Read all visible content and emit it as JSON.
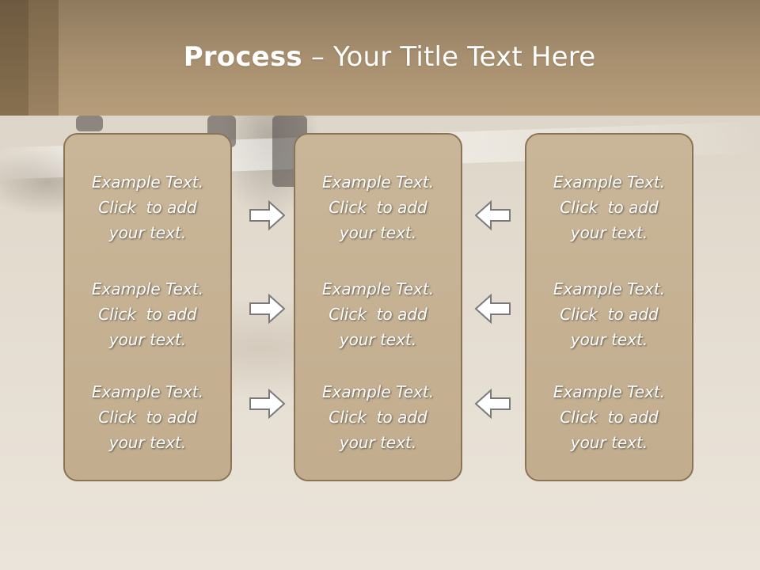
{
  "slide": {
    "title_bold": "Process",
    "title_rest": " – Your Title Text Here"
  },
  "columns": [
    {
      "items": [
        {
          "line1": "Example Text.",
          "line2": "Click  to add",
          "line3": "your text."
        },
        {
          "line1": "Example Text.",
          "line2": "Click  to add",
          "line3": "your text."
        },
        {
          "line1": "Example Text.",
          "line2": "Click  to add",
          "line3": "your text."
        }
      ]
    },
    {
      "items": [
        {
          "line1": "Example Text.",
          "line2": "Click  to add",
          "line3": "your text."
        },
        {
          "line1": "Example Text.",
          "line2": "Click  to add",
          "line3": "your text."
        },
        {
          "line1": "Example Text.",
          "line2": "Click  to add",
          "line3": "your text."
        }
      ]
    },
    {
      "items": [
        {
          "line1": "Example Text.",
          "line2": "Click  to add",
          "line3": "your text."
        },
        {
          "line1": "Example Text.",
          "line2": "Click  to add",
          "line3": "your text."
        },
        {
          "line1": "Example Text.",
          "line2": "Click  to add",
          "line3": "your text."
        }
      ]
    }
  ],
  "arrows": {
    "left_group": [
      "right-arrow-icon",
      "right-arrow-icon",
      "right-arrow-icon"
    ],
    "right_group": [
      "left-arrow-icon",
      "left-arrow-icon",
      "left-arrow-icon"
    ]
  },
  "colors": {
    "header": "#a78f6f",
    "panel_fill": "#c5b192",
    "panel_border": "#8a7458",
    "arrow_stroke": "#7a7a7a"
  }
}
